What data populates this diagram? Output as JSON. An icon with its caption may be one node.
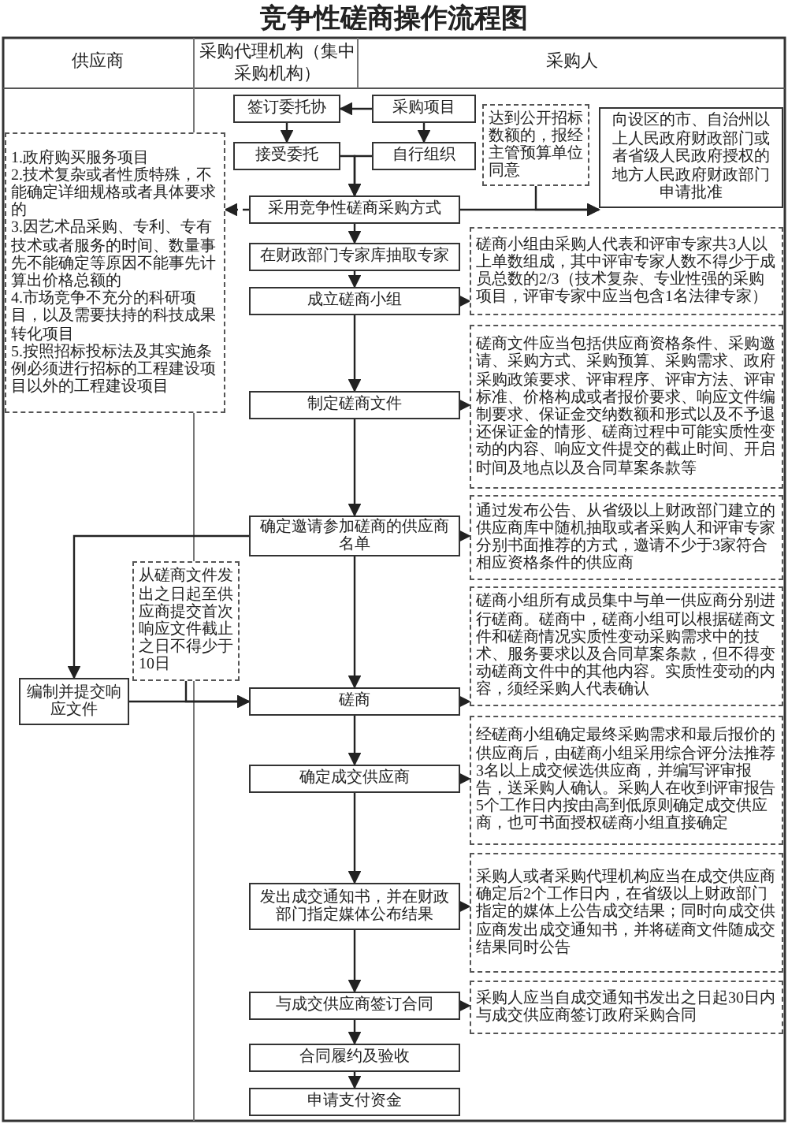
{
  "diagram": {
    "title": "竞争性磋商操作流程图",
    "labels": [
      "供应商",
      "采购代理机构（集中采购机构）",
      "采购人"
    ],
    "nodes": [
      {
        "text": [
          "签订委托协"
        ]
      },
      {
        "text": [
          "采购项目"
        ]
      },
      {
        "text": [
          "接受委托"
        ]
      },
      {
        "text": [
          "自行组织"
        ]
      },
      {
        "text": [
          "1.政府购买服务项目",
          "2.技术复杂或者性质特殊，不能确定详细规格或者具体要求的",
          "3.因艺术品采购、专利、专有技术或者服务的时间、数量事先不能确定等原因不能事先计算出价格总额的",
          "4.市场竞争不充分的科研项目，以及需要扶持的科技成果转化项目",
          "5.按照招标投标法及其实施条例必须进行招标的工程建设项目以外的工程建设项目"
        ]
      },
      {
        "text": [
          "达到公开招标数额的，报经主管预算单位同意"
        ]
      },
      {
        "text": [
          "向设区的市、自治州以上人民政府财政部门或者省级人民政府授权的地方人民政府财政部门申请批准"
        ]
      },
      {
        "text": [
          "采用竞争性磋商采购方式"
        ]
      },
      {
        "text": [
          "在财政部门专家库抽取专家"
        ]
      },
      {
        "text": [
          "磋商小组由采购人代表和评审专家共3人以上单数组成，其中评审专家人数不得少于成员总数的2/3（技术复杂、专业性强的采购项目，评审专家中应当包含1名法律专家）"
        ]
      },
      {
        "text": [
          "成立磋商小组"
        ]
      },
      {
        "text": [
          "制定磋商文件"
        ]
      },
      {
        "text": [
          "磋商文件应当包括供应商资格条件、采购邀请、采购方式、采购预算、采购需求、政府采购政策要求、评审程序、评审方法、评审标准、价格构成或者报价要求、响应文件编制要求、保证金交纳数额和形式以及不予退还保证金的情形、磋商过程中可能实质性变动的内容、响应文件提交的截止时间、开启时间及地点以及合同草案条款等"
        ]
      },
      {
        "text": [
          "通过发布公告、从省级以上财政部门建立的供应商库中随机抽取或者采购人和评审专家分别书面推荐的方式，邀请不少于3家符合相应资格条件的供应商"
        ]
      },
      {
        "text": [
          "确定邀请参加磋商的供应商名单"
        ]
      },
      {
        "text": [
          "从磋商文件发出之日起至供应商提交首次响应文件截止之日不得少于10日"
        ]
      },
      {
        "text": [
          "编制并提交响应文件"
        ]
      },
      {
        "text": [
          "磋商"
        ]
      },
      {
        "text": [
          "磋商小组所有成员集中与单一供应商分别进行磋商。磋商中，磋商小组可以根据磋商文件和磋商情况实质性变动采购需求中的技术、服务要求以及合同草案条款，但不得变动磋商文件中的其他内容。实质性变动的内容，须经采购人代表确认"
        ]
      },
      {
        "text": [
          "确定成交供应商"
        ]
      },
      {
        "text": [
          "经磋商小组确定最终采购需求和最后报价的供应商后，由磋商小组采用综合评分法推荐3名以上成交候选供应商，并编写评审报告，送采购人确认。采购人在收到评审报告5个工作日内按由高到低原则确定成交供应商，也可书面授权磋商小组直接确定"
        ]
      },
      {
        "text": [
          "发出成交通知书，并在财政部门指定媒体公布结果"
        ]
      },
      {
        "text": [
          "采购人或者采购代理机构应当在成交供应商确定后2个工作日内，在省级以上财政部门指定的媒体上公告成交结果；同时向成交供应商发出成交通知书，并将磋商文件随成交结果同时公告"
        ]
      },
      {
        "text": [
          "与成交供应商签订合同"
        ]
      },
      {
        "text": [
          "采购人应当自成交通知书发出之日起30日内与成交供应商签订政府采购合同"
        ]
      },
      {
        "text": [
          "合同履约及验收"
        ]
      },
      {
        "text": [
          "申请支付资金"
        ]
      }
    ],
    "edges": [
      {
        "from": 1,
        "to": 0,
        "arrow": "to"
      },
      {
        "from": 0,
        "to": 2,
        "arrow": "to"
      },
      {
        "from": 1,
        "to": 3,
        "arrow": "to"
      },
      {
        "from": 2,
        "to": 7,
        "arrow": "to"
      },
      {
        "from": 3,
        "to": 7,
        "arrow": "to"
      },
      {
        "from": 7,
        "to": 4,
        "arrow": "to",
        "style": "dashed"
      },
      {
        "from": 7,
        "to": 6,
        "arrow": "to"
      },
      {
        "from": 5,
        "to": 6,
        "arrow": "to"
      },
      {
        "from": 7,
        "to": 8,
        "arrow": "to"
      },
      {
        "from": 8,
        "to": 10,
        "arrow": "to"
      },
      {
        "from": 10,
        "to": 9,
        "arrow": "to",
        "style": "dashed"
      },
      {
        "from": 10,
        "to": 11,
        "arrow": "to"
      },
      {
        "from": 11,
        "to": 12,
        "arrow": "to",
        "style": "dashed"
      },
      {
        "from": 11,
        "to": 14,
        "arrow": "to"
      },
      {
        "from": 14,
        "to": 13,
        "arrow": "to",
        "style": "dashed"
      },
      {
        "from": 14,
        "to": 16,
        "arrow": "to"
      },
      {
        "from": 14,
        "to": 17,
        "arrow": "to"
      },
      {
        "from": 17,
        "to": 18,
        "arrow": "to",
        "style": "dashed"
      },
      {
        "from": 16,
        "to": 17,
        "arrow": "to"
      },
      {
        "from": 15,
        "to": 17,
        "arrow": "to"
      },
      {
        "from": 17,
        "to": 19,
        "arrow": "to"
      },
      {
        "from": 19,
        "to": 20,
        "arrow": "to",
        "style": "dashed"
      },
      {
        "from": 19,
        "to": 21,
        "arrow": "to"
      },
      {
        "from": 21,
        "to": 22,
        "arrow": "to",
        "style": "dashed"
      },
      {
        "from": 21,
        "to": 23,
        "arrow": "to"
      },
      {
        "from": 23,
        "to": 24,
        "arrow": "to",
        "style": "dashed"
      },
      {
        "from": 23,
        "to": 25,
        "arrow": "to"
      },
      {
        "from": 25,
        "to": 26,
        "arrow": "to"
      }
    ]
  }
}
